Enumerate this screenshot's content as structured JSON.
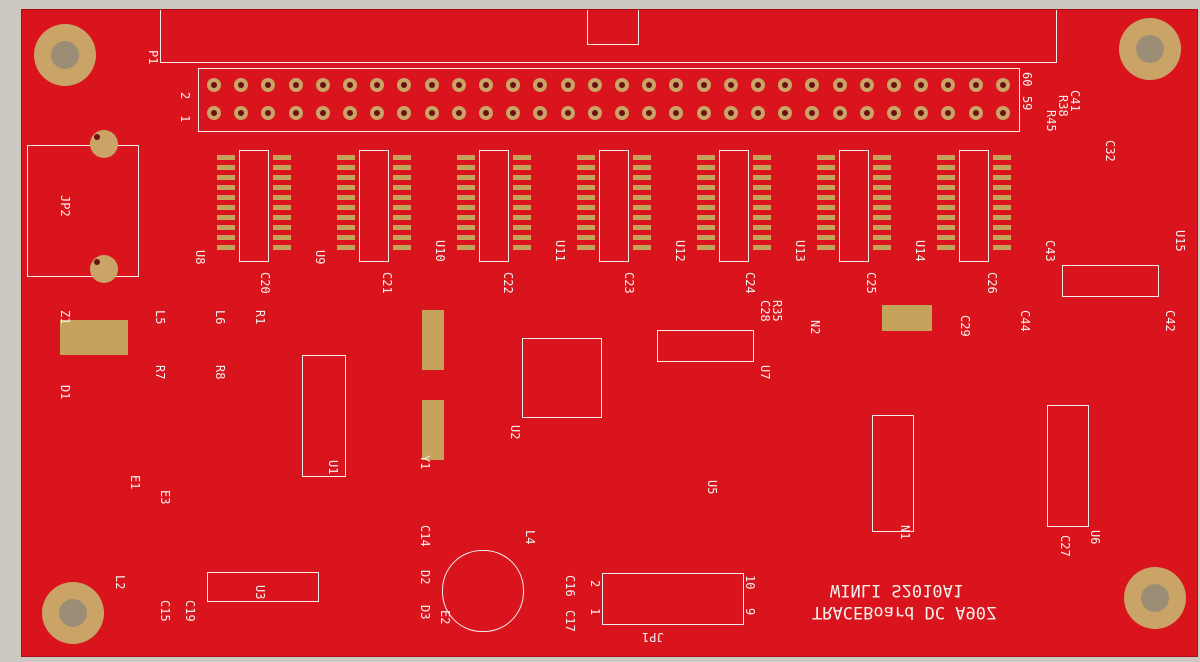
{
  "board": {
    "title_line1": "WINLI S2010A1",
    "title_line2": "TRACEBoard DC A90Z",
    "color": "#d9141c",
    "pad_color": "#c6a35c"
  },
  "labels": {
    "p1": "P1",
    "jp2": "JP2",
    "z1": "Z1",
    "d1": "D1",
    "l5": "L5",
    "l6": "L6",
    "r1": "R1",
    "r7": "R7",
    "r8": "R8",
    "u8": "U8",
    "u9": "U9",
    "u10": "U10",
    "u11": "U11",
    "u12": "U12",
    "u13": "U13",
    "u14": "U14",
    "u15": "U15",
    "c20": "C20",
    "c21": "C21",
    "c22": "C22",
    "c23": "C23",
    "c24": "C24",
    "c25": "C25",
    "c26": "C26",
    "u1": "U1",
    "u2": "U2",
    "u3": "U3",
    "u5": "U5",
    "u6": "U6",
    "u7": "U7",
    "y1": "Y1",
    "n1": "N1",
    "n2": "N2",
    "c29": "C29",
    "c42": "C42",
    "c43": "C43",
    "c44": "C44",
    "c32": "C32",
    "c41": "C41",
    "r38": "R38",
    "r45": "R45",
    "e1": "E1",
    "e2": "E2",
    "e3": "E3",
    "l2": "L2",
    "l4": "L4",
    "c15": "C15",
    "c19": "C19",
    "d2": "D2",
    "d3": "D3",
    "c14": "C14",
    "c16": "C16",
    "c17": "C17",
    "jp1": "JP1",
    "c27": "C27",
    "c28": "C28",
    "r35": "R35",
    "pin1": "1",
    "pin2": "2",
    "pin59": "59",
    "pin60": "60",
    "jp1_1": "1",
    "jp1_2": "2",
    "jp1_9": "9",
    "jp1_10": "10"
  }
}
